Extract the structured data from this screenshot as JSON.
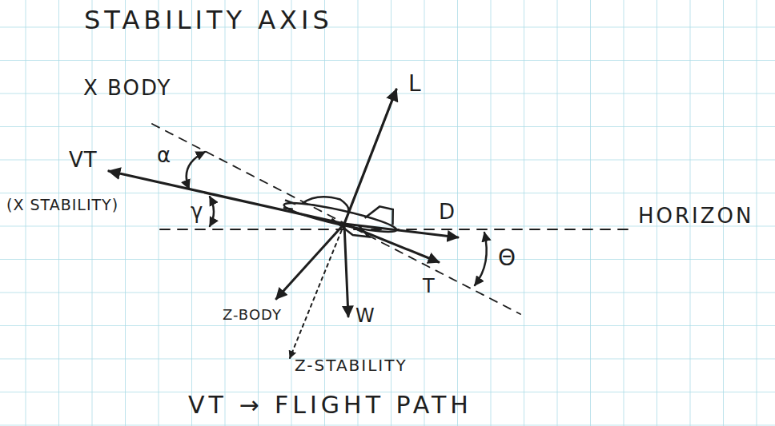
{
  "diagram": {
    "title": "STABILITY AXIS",
    "caption": "VT → FLIGHT PATH",
    "labels": [
      "X BODY",
      "VT",
      "(X STABILITY)",
      "α",
      "γ",
      "L",
      "D",
      "HORIZON",
      "T",
      "Θ",
      "W",
      "Z-BODY",
      "Z-STABILITY"
    ]
  }
}
